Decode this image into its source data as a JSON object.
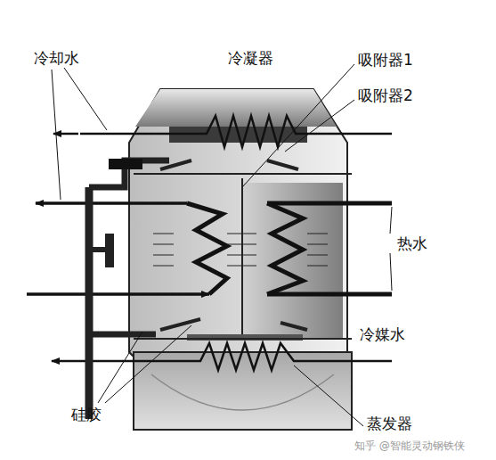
{
  "diagram": {
    "labels": [
      "冷却水",
      "冷凝器",
      "吸附器1",
      "吸附器2",
      "热水",
      "冷媒水",
      "硅胶",
      "蒸发器",
      "知乎 @智能灵动钢铁侠"
    ]
  }
}
